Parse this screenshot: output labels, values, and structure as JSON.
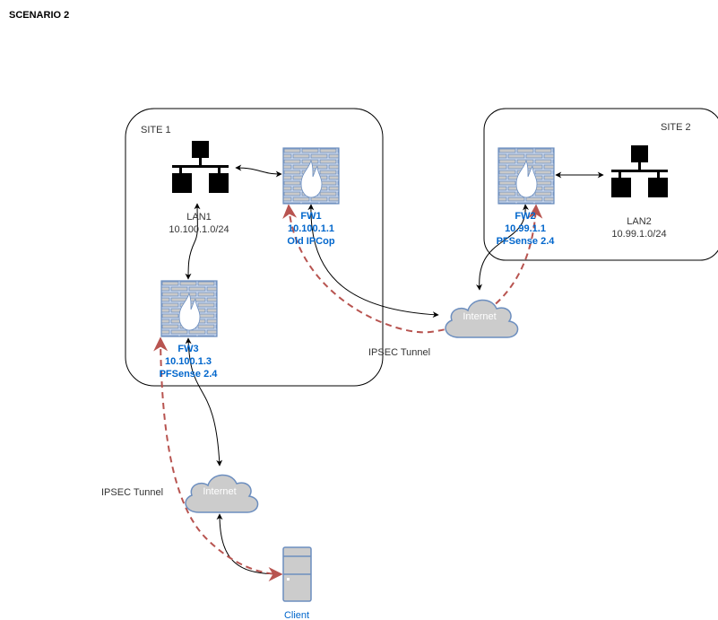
{
  "title": "SCENARIO 2",
  "colors": {
    "tunnel": "#b85450",
    "firewall_stroke": "#6c8ebf",
    "firewall_fill": "#c9c9c9",
    "label_blue": "#0066cc",
    "cloud_fill": "#cccccc"
  },
  "site1": {
    "label": "SITE 1"
  },
  "site2": {
    "label": "SITE 2"
  },
  "lan1": {
    "name": "LAN1",
    "subnet": "10.100.1.0/24",
    "icon": "network-icon"
  },
  "lan2": {
    "name": "LAN2",
    "subnet": "10.99.1.0/24",
    "icon": "network-icon"
  },
  "fw1": {
    "name": "FW1",
    "ip": "10.100.1.1",
    "software": "Old IPCop",
    "icon": "firewall-icon"
  },
  "fw2": {
    "name": "FW2",
    "ip": "10.99.1.1",
    "software": "PFSense 2.4",
    "icon": "firewall-icon"
  },
  "fw3": {
    "name": "FW3",
    "ip": "10.100.1.3",
    "software": "PFSense 2.4",
    "icon": "firewall-icon"
  },
  "internet1": {
    "label": "Internet",
    "icon": "cloud-icon"
  },
  "internet2": {
    "label": "Internet",
    "icon": "cloud-icon"
  },
  "tunnel1": {
    "label": "IPSEC Tunnel"
  },
  "tunnel2": {
    "label": "IPSEC Tunnel"
  },
  "client": {
    "label": "Client",
    "icon": "server-icon"
  }
}
